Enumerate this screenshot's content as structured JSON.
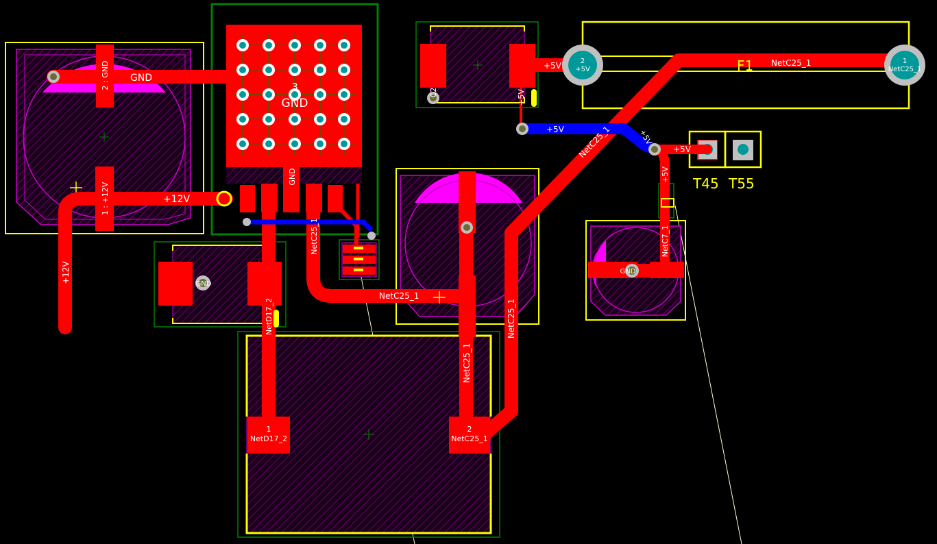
{
  "colors": {
    "background": "#000000",
    "top_copper": "#ff0000",
    "bottom_copper": "#0000ff",
    "silkscreen": "#ffff00",
    "courtyard": "#008000",
    "assembly_outline": "#ff00ff",
    "drill": "#009999",
    "ratsnest": "#ffffcc"
  },
  "nets": {
    "gnd": "GND",
    "p12v": "+12V",
    "p5v": "+5V",
    "netc25": "NetC25_1",
    "netc7": "NetC7_1",
    "netd17": "NetD17_2"
  },
  "pads": {
    "c_left_pad2": "2 : GND",
    "c_left_pad1": "1 : +12V",
    "reg_tab_num": "3",
    "reg_tab_net": "GND",
    "reg_pin_gnd": "GND",
    "fuse_pad2_num": "2",
    "fuse_pad2_net": "+5V",
    "fuse_pad1_num": "1",
    "fuse_pad1_net": "NetC25_1",
    "cbr_left_net": "GND",
    "csm_left_net": "GND",
    "cap_tl_pad": "C2",
    "ind_pad1_num": "1",
    "ind_pad1_net": "NetD17_2",
    "ind_pad2_num": "2",
    "ind_pad2_net": "NetC25_1"
  },
  "refs": {
    "fuse": "F1",
    "tp1": "T45",
    "tp2": "T55"
  },
  "icons": {
    "via": "via-icon",
    "origin": "origin-cross-icon"
  }
}
